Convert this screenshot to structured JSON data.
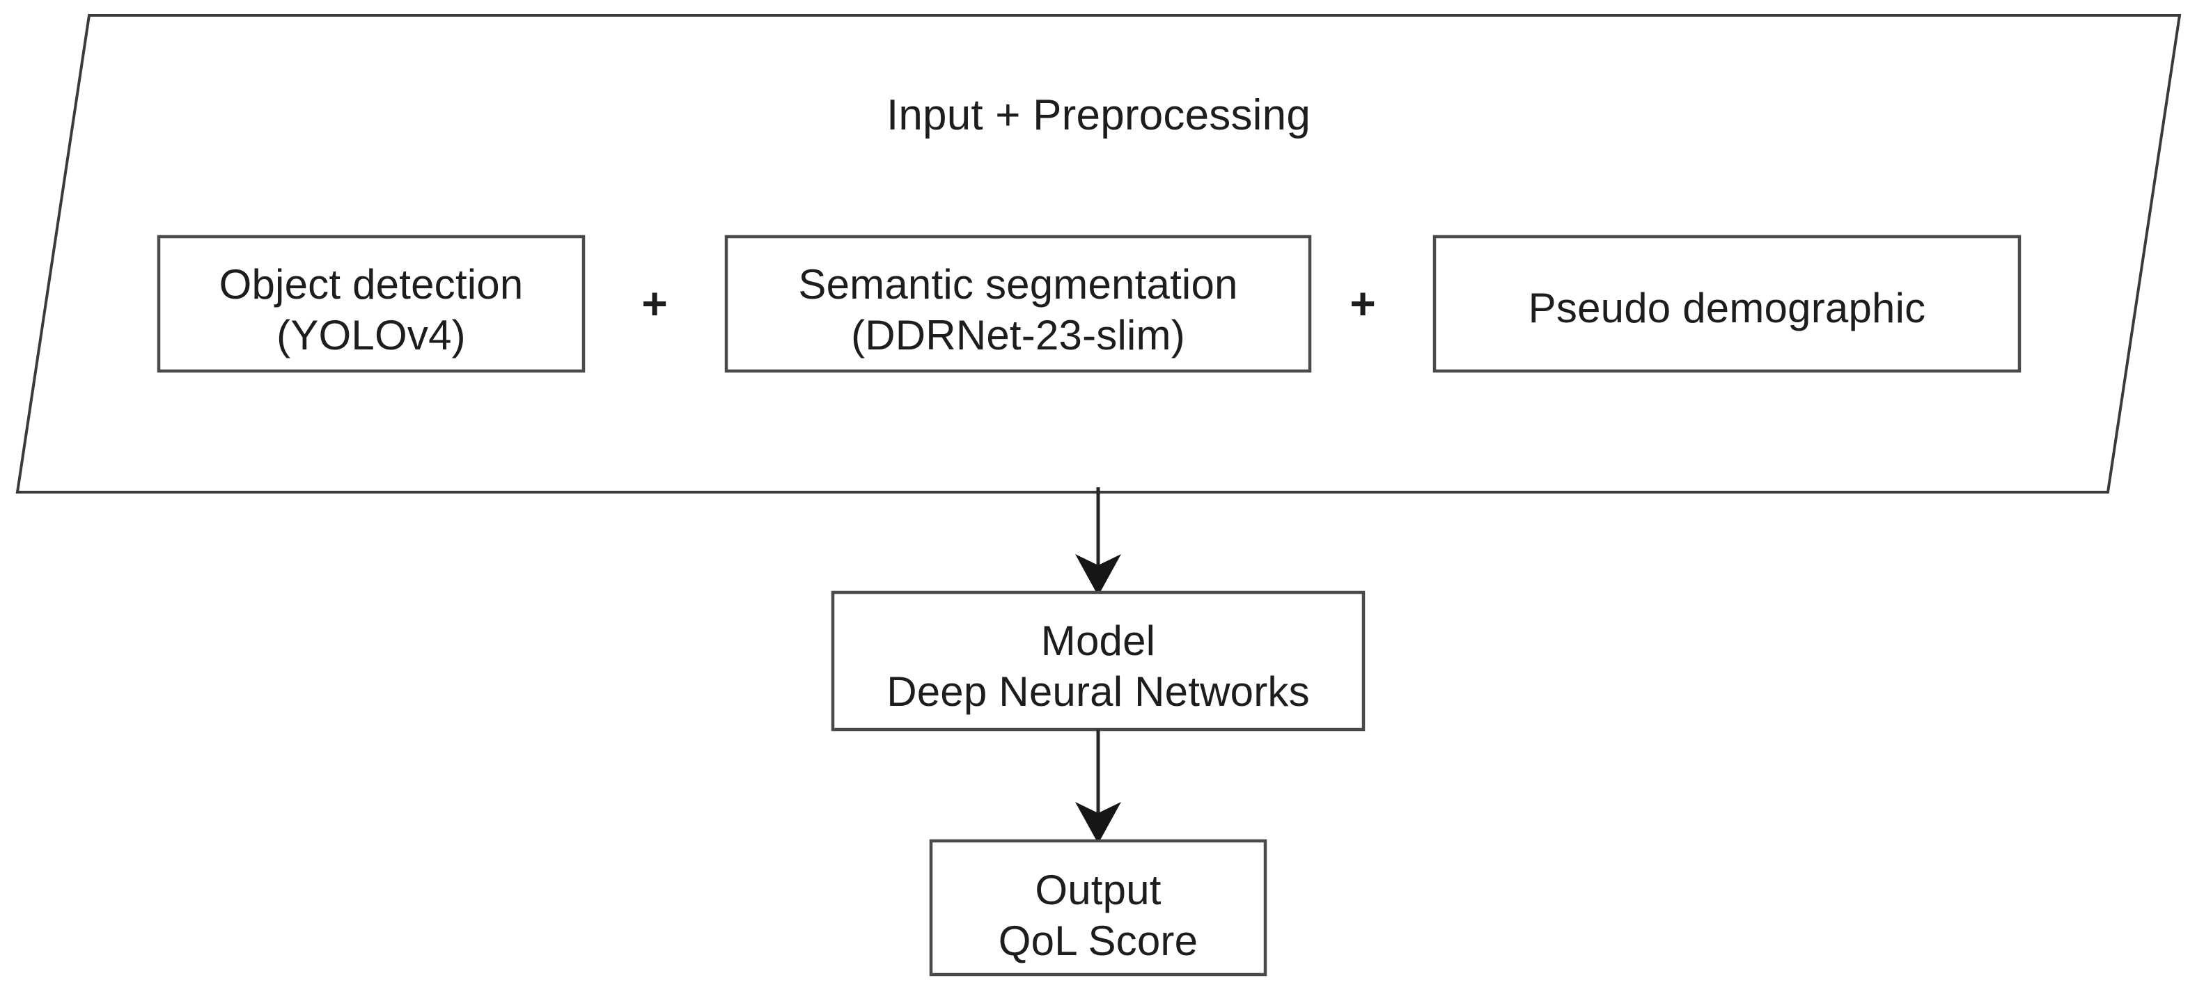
{
  "diagram": {
    "title": "Input + Preprocessing",
    "type": "flowchart",
    "stages": [
      {
        "id": "input-preprocessing",
        "shape": "parallelogram",
        "label": "Input + Preprocessing",
        "components": [
          {
            "id": "object-detection",
            "label": "Object detection\n(YOLOv4)"
          },
          {
            "id": "semantic-segmentation",
            "label": "Semantic segmentation\n(DDRNet-23-slim)"
          },
          {
            "id": "pseudo-demographic",
            "label": "Pseudo demographic"
          }
        ],
        "operators": [
          "+",
          "+"
        ]
      },
      {
        "id": "model",
        "shape": "rectangle",
        "label": "Model\nDeep Neural Networks"
      },
      {
        "id": "output",
        "shape": "rectangle",
        "label": "Output\nQoL Score"
      }
    ],
    "connectors": [
      {
        "id": "arrow-input-to-model",
        "from": "input-preprocessing",
        "to": "model",
        "style": "solid-arrow-down"
      },
      {
        "id": "arrow-model-to-output",
        "from": "model",
        "to": "output",
        "style": "solid-arrow-down"
      }
    ],
    "colors": {
      "background": "#ffffff",
      "stroke": "#3b3b3b",
      "box_stroke": "#4a4a4a",
      "connector": "#262626",
      "text": "#1d1d1d"
    }
  },
  "labels": {
    "group_title": "Input + Preprocessing",
    "object_detection": "Object detection\n(YOLOv4)",
    "semantic_segmentation": "Semantic segmentation\n(DDRNet-23-slim)",
    "pseudo_demographic": "Pseudo demographic",
    "model": "Model\nDeep Neural Networks",
    "output": "Output\nQoL Score",
    "plus_1": "+",
    "plus_2": "+"
  }
}
